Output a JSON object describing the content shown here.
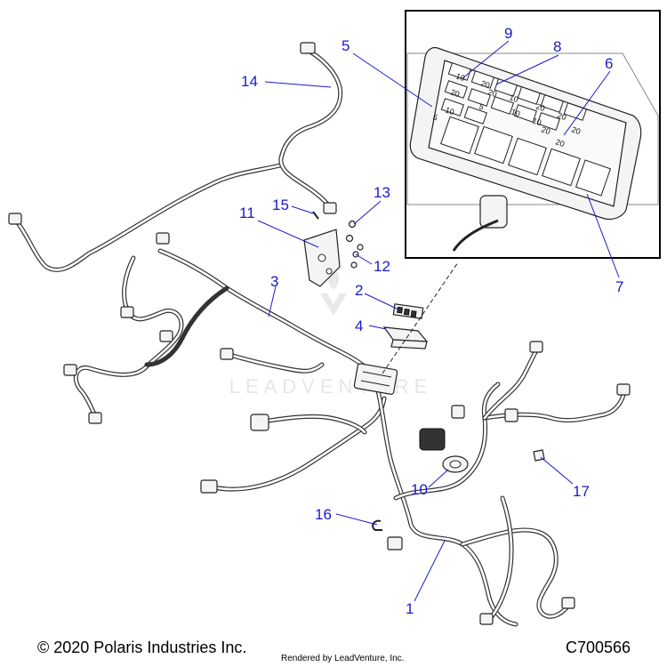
{
  "callouts": [
    {
      "id": "1",
      "label": "1"
    },
    {
      "id": "2",
      "label": "2"
    },
    {
      "id": "3",
      "label": "3"
    },
    {
      "id": "4",
      "label": "4"
    },
    {
      "id": "5",
      "label": "5"
    },
    {
      "id": "6",
      "label": "6"
    },
    {
      "id": "7",
      "label": "7"
    },
    {
      "id": "8",
      "label": "8"
    },
    {
      "id": "9",
      "label": "9"
    },
    {
      "id": "10",
      "label": "10"
    },
    {
      "id": "11",
      "label": "11"
    },
    {
      "id": "12",
      "label": "12"
    },
    {
      "id": "13",
      "label": "13"
    },
    {
      "id": "14",
      "label": "14"
    },
    {
      "id": "15",
      "label": "15"
    },
    {
      "id": "16",
      "label": "16"
    },
    {
      "id": "17",
      "label": "17"
    }
  ],
  "inset": {
    "fuse_labels": [
      "10",
      "20",
      "20",
      "10",
      "20",
      "10",
      "5",
      "10",
      "20",
      "10",
      "20",
      "20",
      "5",
      "20",
      "20"
    ]
  },
  "watermark": "LEADVENTURE",
  "footer": {
    "copyright": "© 2020 Polaris Industries Inc.",
    "rendered_by": "Rendered by LeadVenture, Inc.",
    "part_code": "C700566"
  },
  "colors": {
    "callout": "#1a1acc",
    "line_art": "#222222"
  }
}
